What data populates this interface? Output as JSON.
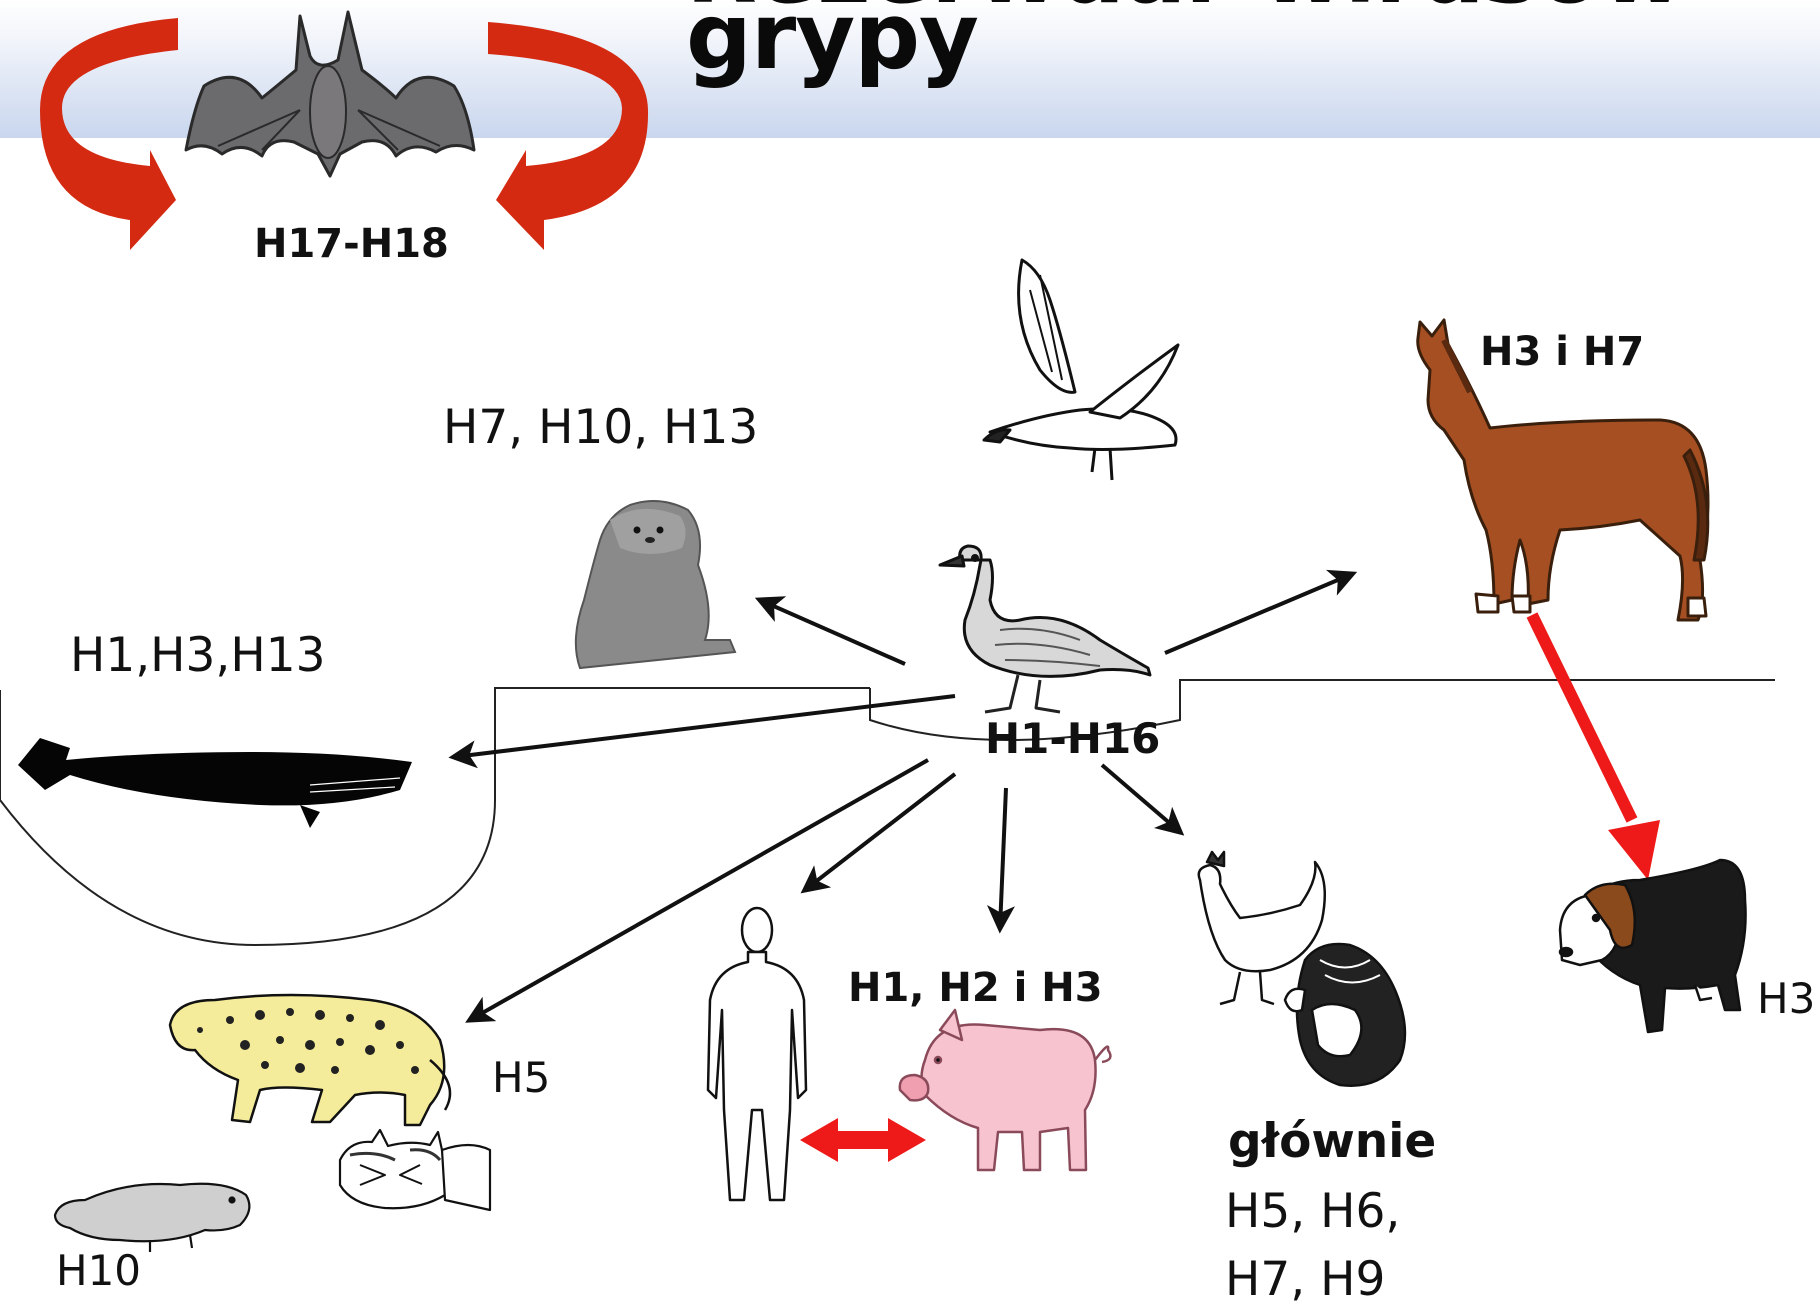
{
  "title": {
    "line1": "Rezerwuar wirusów",
    "line2": "grypy"
  },
  "labels": {
    "bat": "H17-H18",
    "seal": "H7, H10, H13",
    "whale": "H1,H3,H13",
    "duck": "H1-H16",
    "horse": "H3 i H7",
    "dog": "H3",
    "pig": "H1, H2 i H3",
    "poultry_heading": "głównie",
    "poultry_line1": "H5, H6,",
    "poultry_line2": "H7, H9",
    "cats": "H5",
    "ferret": "H10"
  },
  "colors": {
    "arrow_black": "#111111",
    "arrow_red": "#ee1a1a",
    "bat_cycle": "#d42a12",
    "header_band": "#c9d6ee"
  },
  "icons": [
    "bat-icon",
    "gull-icon",
    "horse-icon",
    "seal-icon",
    "duck-icon",
    "whale-icon",
    "human-icon",
    "pig-icon",
    "chicken-icon",
    "turkey-icon",
    "dog-icon",
    "leopard-icon",
    "cat-icon",
    "ferret-icon"
  ]
}
